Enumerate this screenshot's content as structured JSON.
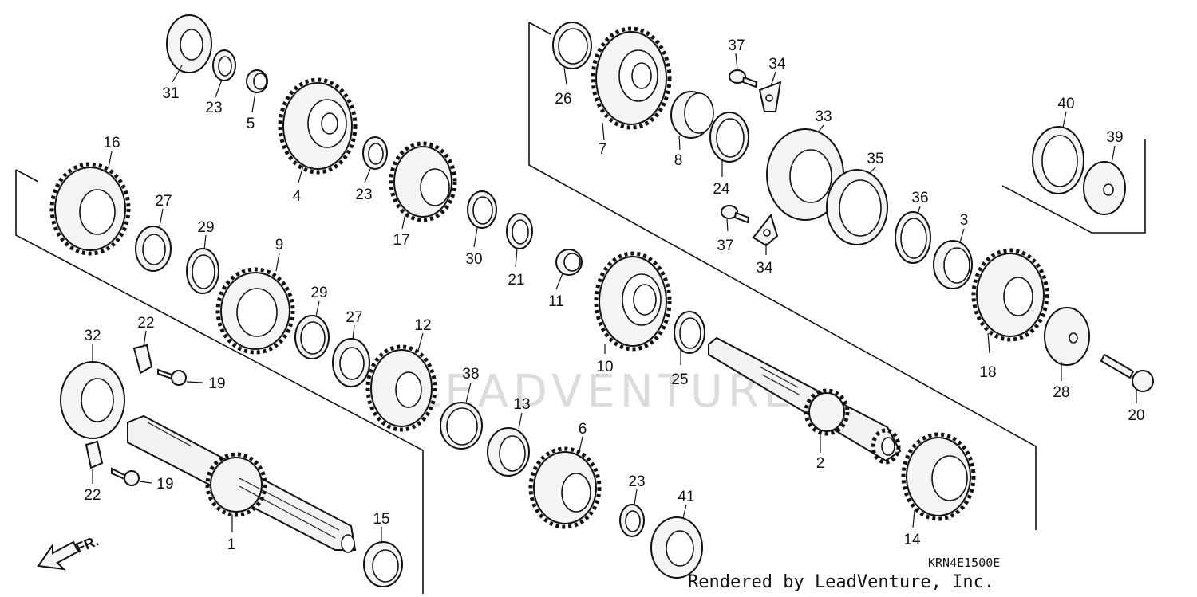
{
  "diagram": {
    "drawing_code": "KRN4E1500E",
    "render_credit": "Rendered by LeadVenture, Inc.",
    "watermark": "LEADVENTURE",
    "direction_label": "FR.",
    "callouts": {
      "c1": "1",
      "c2": "2",
      "c3": "3",
      "c4": "4",
      "c5": "5",
      "c6": "6",
      "c7": "7",
      "c8": "8",
      "c9": "9",
      "c10": "10",
      "c11": "11",
      "c12": "12",
      "c13": "13",
      "c14": "14",
      "c15": "15",
      "c16": "16",
      "c17": "17",
      "c18": "18",
      "c19a": "19",
      "c19b": "19",
      "c20": "20",
      "c21": "21",
      "c22a": "22",
      "c22b": "22",
      "c23a": "23",
      "c23b": "23",
      "c23c": "23",
      "c24": "24",
      "c25": "25",
      "c26": "26",
      "c27a": "27",
      "c27b": "27",
      "c28": "28",
      "c29a": "29",
      "c29b": "29",
      "c30": "30",
      "c31": "31",
      "c32": "32",
      "c33": "33",
      "c34a": "34",
      "c34b": "34",
      "c35": "35",
      "c36": "36",
      "c37a": "37",
      "c37b": "37",
      "c38": "38",
      "c39": "39",
      "c40": "40",
      "c41": "41"
    }
  }
}
